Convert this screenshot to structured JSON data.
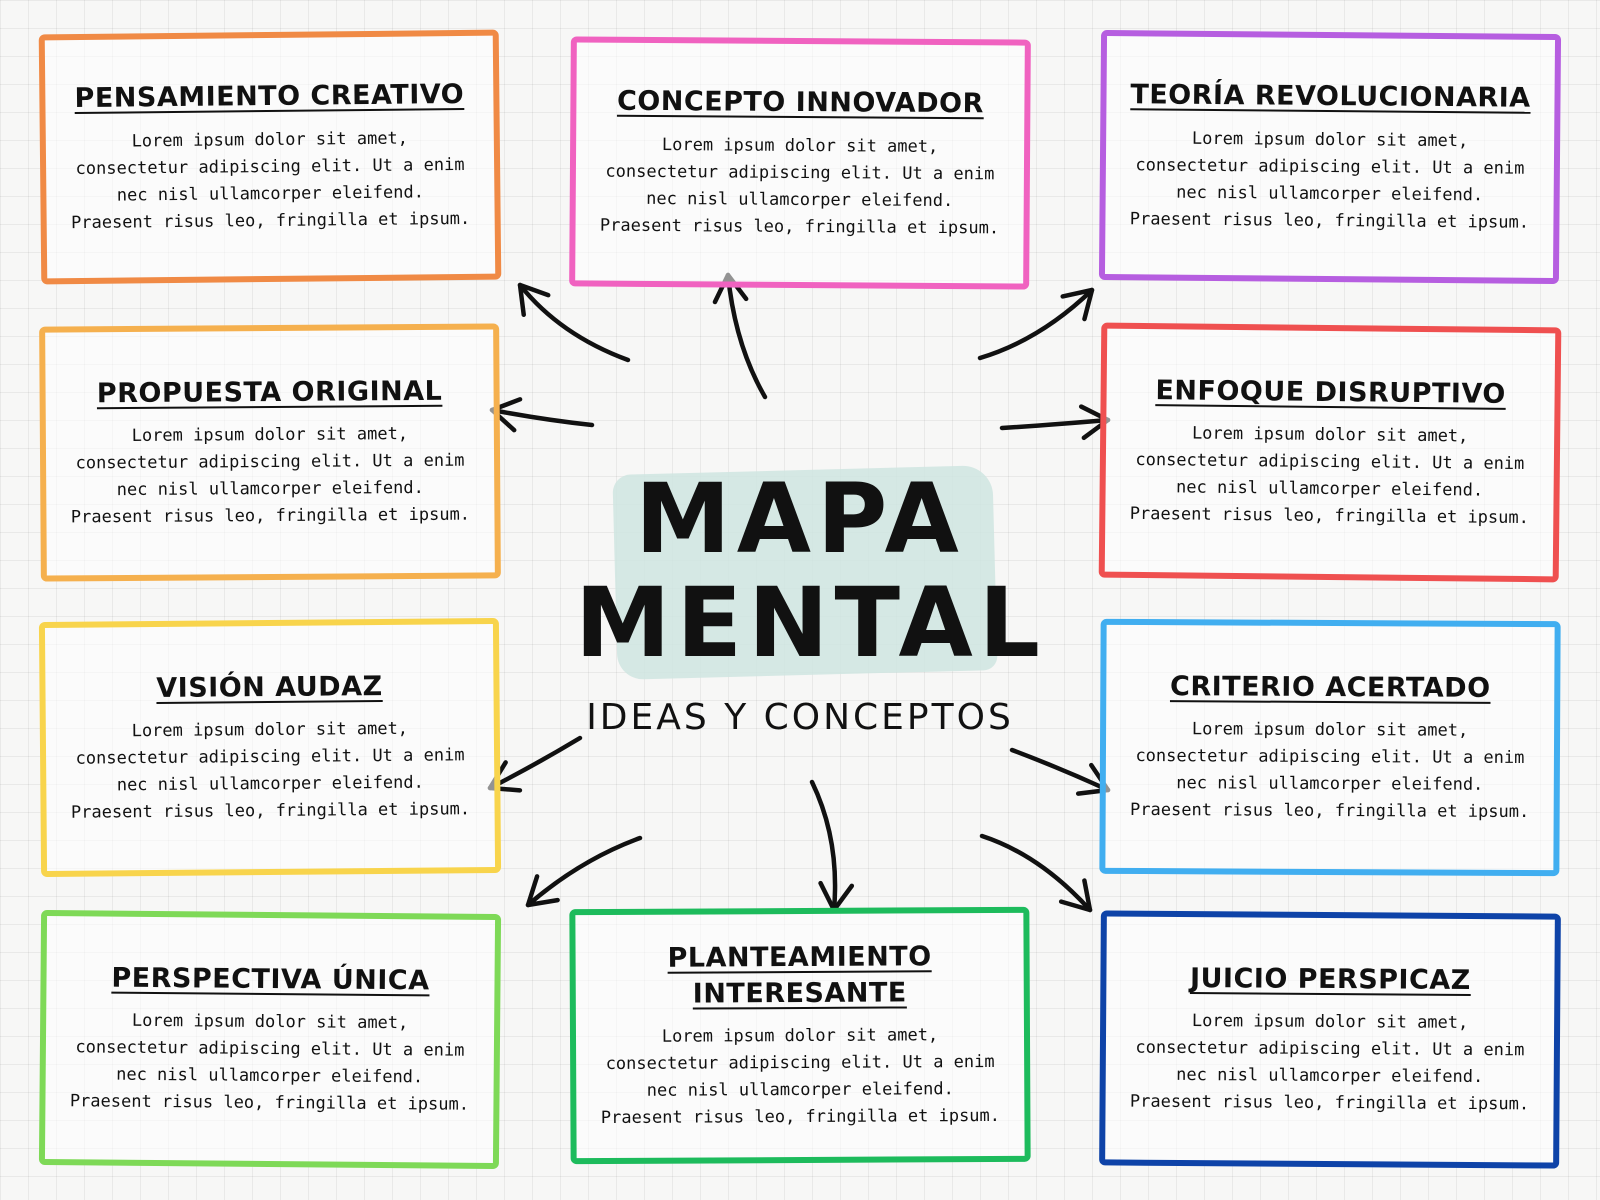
{
  "center": {
    "title": "MAPA\nMENTAL",
    "subtitle": "IDEAS Y CONCEPTOS",
    "highlight_color": "#cfe5e0"
  },
  "nodes": [
    {
      "id": "pensamiento-creativo",
      "title": "PENSAMIENTO CREATIVO",
      "color": "#f08a45",
      "lines": [
        "Lorem ipsum dolor sit amet,",
        "consectetur adipiscing elit. Ut a enim",
        "nec nisl ullamcorper eleifend.",
        "Praesent risus leo, fringilla et ipsum."
      ]
    },
    {
      "id": "concepto-innovador",
      "title": "CONCEPTO INNOVADOR",
      "color": "#f062c0",
      "lines": [
        "Lorem ipsum dolor sit amet,",
        "consectetur adipiscing elit. Ut a enim",
        "nec nisl ullamcorper eleifend.",
        "Praesent risus leo, fringilla et ipsum."
      ]
    },
    {
      "id": "teoria-revolucionaria",
      "title": "TEORÍA REVOLUCIONARIA",
      "color": "#b65ee0",
      "lines": [
        "Lorem ipsum dolor sit amet,",
        "consectetur adipiscing elit. Ut a enim",
        "nec nisl ullamcorper eleifend.",
        "Praesent risus leo, fringilla et ipsum."
      ]
    },
    {
      "id": "propuesta-original",
      "title": "PROPUESTA ORIGINAL",
      "color": "#f5b04e",
      "lines": [
        "Lorem ipsum dolor sit amet,",
        "consectetur adipiscing elit. Ut a enim",
        "nec nisl ullamcorper eleifend.",
        "Praesent risus leo, fringilla et ipsum."
      ]
    },
    {
      "id": "enfoque-disruptivo",
      "title": "ENFOQUE DISRUPTIVO",
      "color": "#ef5050",
      "lines": [
        "Lorem ipsum dolor sit amet,",
        "consectetur adipiscing elit. Ut a enim",
        "nec nisl ullamcorper eleifend.",
        "Praesent risus leo, fringilla et ipsum."
      ]
    },
    {
      "id": "vision-audaz",
      "title": "VISIÓN AUDAZ",
      "color": "#f8d44c",
      "lines": [
        "Lorem ipsum dolor sit amet,",
        "consectetur adipiscing elit. Ut a enim",
        "nec nisl ullamcorper eleifend.",
        "Praesent risus leo, fringilla et ipsum."
      ]
    },
    {
      "id": "criterio-acertado",
      "title": "CRITERIO ACERTADO",
      "color": "#41aef0",
      "lines": [
        "Lorem ipsum dolor sit amet,",
        "consectetur adipiscing elit. Ut a enim",
        "nec nisl ullamcorper eleifend.",
        "Praesent risus leo, fringilla et ipsum."
      ]
    },
    {
      "id": "perspectiva-unica",
      "title": "PERSPECTIVA ÚNICA",
      "color": "#7ed957",
      "lines": [
        "Lorem ipsum dolor sit amet,",
        "consectetur adipiscing elit. Ut a enim",
        "nec nisl ullamcorper eleifend.",
        "Praesent risus leo, fringilla et ipsum."
      ]
    },
    {
      "id": "planteamiento-interesante",
      "title": "PLANTEAMIENTO\nINTERESANTE",
      "color": "#1dbb5c",
      "lines": [
        "Lorem ipsum dolor sit amet,",
        "consectetur adipiscing elit. Ut a enim",
        "nec nisl ullamcorper eleifend.",
        "Praesent risus leo, fringilla et ipsum."
      ]
    },
    {
      "id": "juicio-perspicaz",
      "title": "JUICIO PERSPICAZ",
      "color": "#0e43a8",
      "lines": [
        "Lorem ipsum dolor sit amet,",
        "consectetur adipiscing elit. Ut a enim",
        "nec nisl ullamcorper eleifend.",
        "Praesent risus leo, fringilla et ipsum."
      ]
    }
  ]
}
